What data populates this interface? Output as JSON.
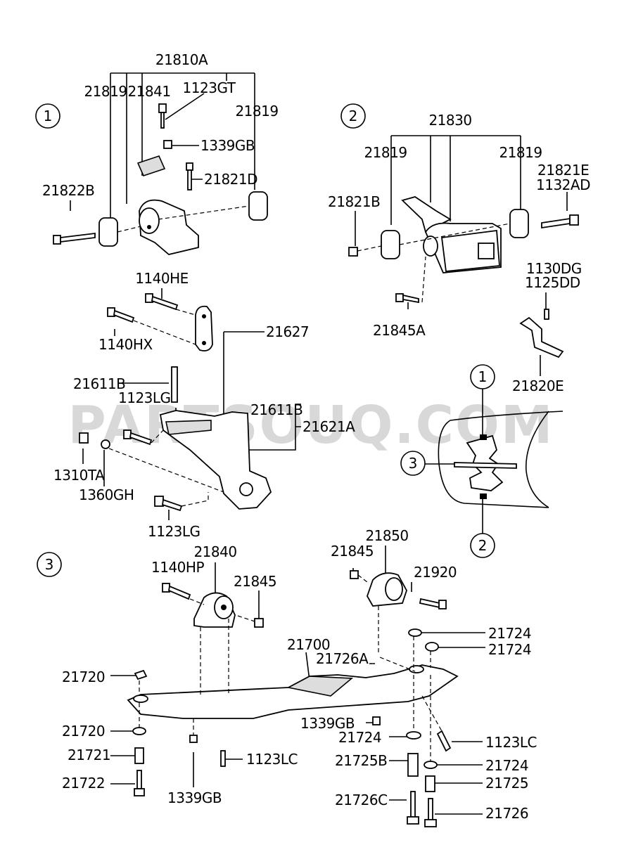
{
  "watermark": "PARTSOUQ.COM",
  "group_numbers": [
    "1",
    "2",
    "3"
  ],
  "group1": {
    "assembly": "21810A",
    "labels": [
      "21819",
      "21841",
      "1123GT",
      "21819",
      "1339GB",
      "21821D",
      "21822B"
    ]
  },
  "group2": {
    "assembly": "21830",
    "labels": [
      "21819",
      "21819",
      "21821E",
      "1132AD",
      "21821B",
      "21845A",
      "1130DG",
      "1125DD",
      "21820E"
    ]
  },
  "transmission": {
    "labels": [
      "1140HE",
      "1140HX",
      "21627",
      "21611B",
      "1123LG",
      "21611B",
      "21621A",
      "1310TA",
      "1360GH",
      "1123LG"
    ]
  },
  "locator": {
    "callouts": [
      "1",
      "3",
      "2"
    ]
  },
  "group3": {
    "labels": [
      "21840",
      "1140HP",
      "21845",
      "21850",
      "21845",
      "21920",
      "21700",
      "21726A",
      "21724",
      "21724",
      "21720",
      "21720",
      "21721",
      "21722",
      "1339GB",
      "1123LC",
      "1339GB",
      "21724",
      "21725B",
      "21726C",
      "1123LC",
      "21724",
      "21725",
      "21726"
    ]
  }
}
